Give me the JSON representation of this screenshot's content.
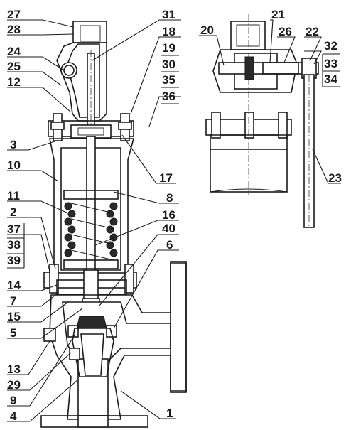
{
  "diagram": {
    "labels_left": [
      "27",
      "28",
      "24",
      "25",
      "12",
      "3",
      "10",
      "11",
      "2",
      "37",
      "38",
      "39",
      "14",
      "7",
      "15",
      "5",
      "13",
      "29",
      "9",
      "4"
    ],
    "labels_center": [
      "31",
      "18",
      "19",
      "30",
      "35",
      "36",
      "17",
      "8",
      "16",
      "40",
      "6",
      "1"
    ],
    "labels_detail": [
      "20",
      "21",
      "26",
      "22",
      "32",
      "33",
      "34",
      "23"
    ]
  },
  "colors": {
    "line": "#1a1a1a",
    "background": "#ffffff"
  }
}
